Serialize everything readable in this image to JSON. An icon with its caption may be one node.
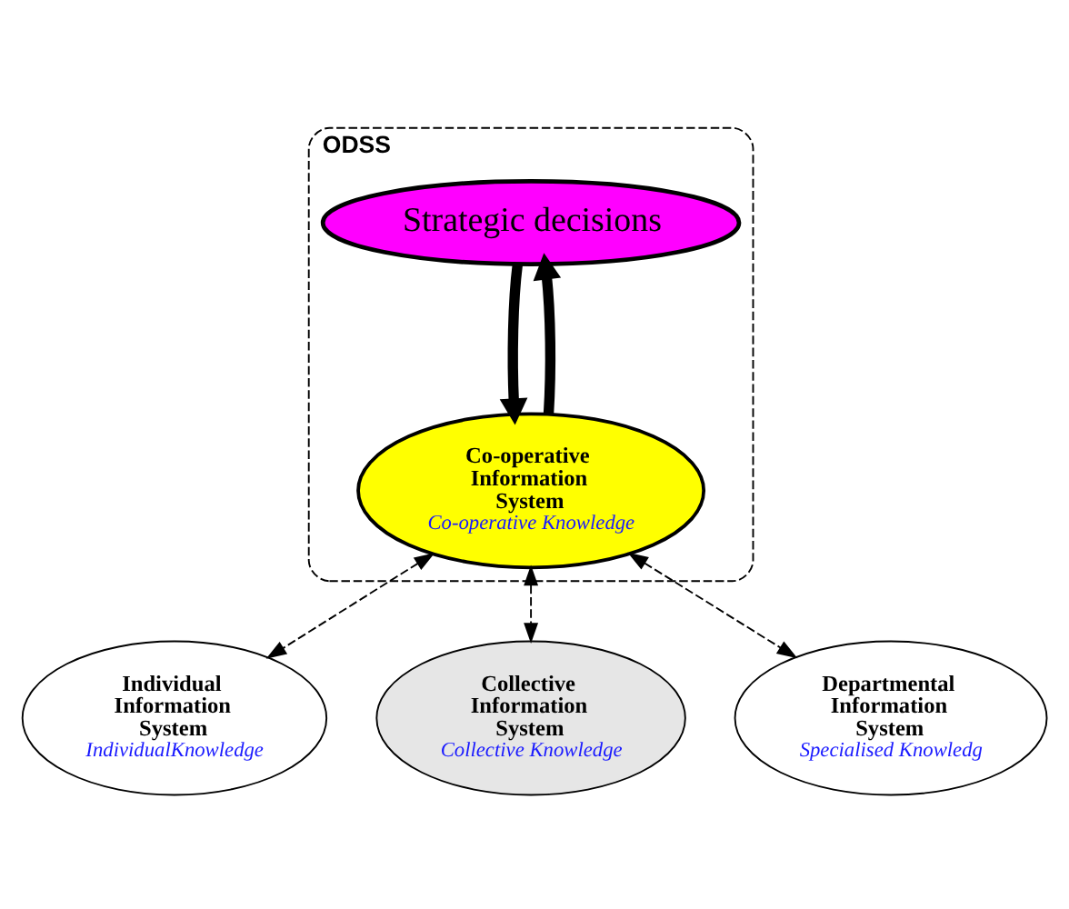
{
  "diagram": {
    "nodes": [
      {
        "text": [
          "ODSS"
        ]
      },
      {
        "text": [
          "Strategic decisions"
        ],
        "in": 0
      },
      {
        "text": [
          "Co-operative Information System",
          "Co-operative Knowledge"
        ],
        "in": 0
      },
      {
        "text": [
          "Individual Information System",
          "IndividualKnowledge"
        ]
      },
      {
        "text": [
          "Collective Information System",
          "Collective Knowledge"
        ]
      },
      {
        "text": [
          "Departmental Information System",
          "Specialised Knowledg"
        ]
      }
    ],
    "edges": [
      {
        "from": 1,
        "to": 2,
        "arrow": "to",
        "style": "thick"
      },
      {
        "from": 2,
        "to": 1,
        "arrow": "to",
        "style": "thick"
      },
      {
        "from": 2,
        "to": 3,
        "arrow": "both",
        "style": "dashed"
      },
      {
        "from": 2,
        "to": 4,
        "arrow": "both",
        "style": "dashed"
      },
      {
        "from": 2,
        "to": 5,
        "arrow": "both",
        "style": "dashed"
      }
    ]
  }
}
